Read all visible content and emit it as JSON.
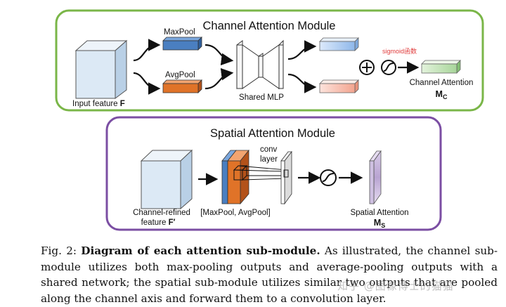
{
  "channel_module": {
    "title": "Channel Attention Module",
    "input_label": "Input feature",
    "input_symbol": "F",
    "maxpool_label": "MaxPool",
    "avgpool_label": "AvgPool",
    "mlp_label": "Shared MLP",
    "sigmoid_annotation": "sigmoid函数",
    "output_label": "Channel Attention",
    "output_symbol": "M",
    "output_subscript": "C",
    "border_color": "#7ab648"
  },
  "spatial_module": {
    "title": "Spatial Attention Module",
    "input_label_line1": "Channel-refined",
    "input_label_line2": "feature",
    "input_symbol": "F′",
    "pool_label": "[MaxPool, AvgPool]",
    "conv_label_line1": "conv",
    "conv_label_line2": "layer",
    "output_label": "Spatial Attention",
    "output_symbol": "M",
    "output_subscript": "S",
    "border_color": "#7b4ea3"
  },
  "caption": {
    "fig": "Fig. 2:",
    "bold": "Diagram of each attention sub-module.",
    "text": "As illustrated, the channel sub-module utilizes both max-pooling outputs and average-pooling outputs with a shared network; the spatial sub-module utilizes similar two outputs that are pooled along the channel axis and forward them to a convolution layer."
  },
  "watermark": "知乎 @图像博士的猫猫",
  "colors": {
    "cube": "#dce9f5",
    "maxpool": "#4a7fc1",
    "avgpool": "#e07328",
    "channel_out": "#a8d59a",
    "spatial_out": "#b9a4d2",
    "sigmoid_text": "#e03c3c"
  }
}
